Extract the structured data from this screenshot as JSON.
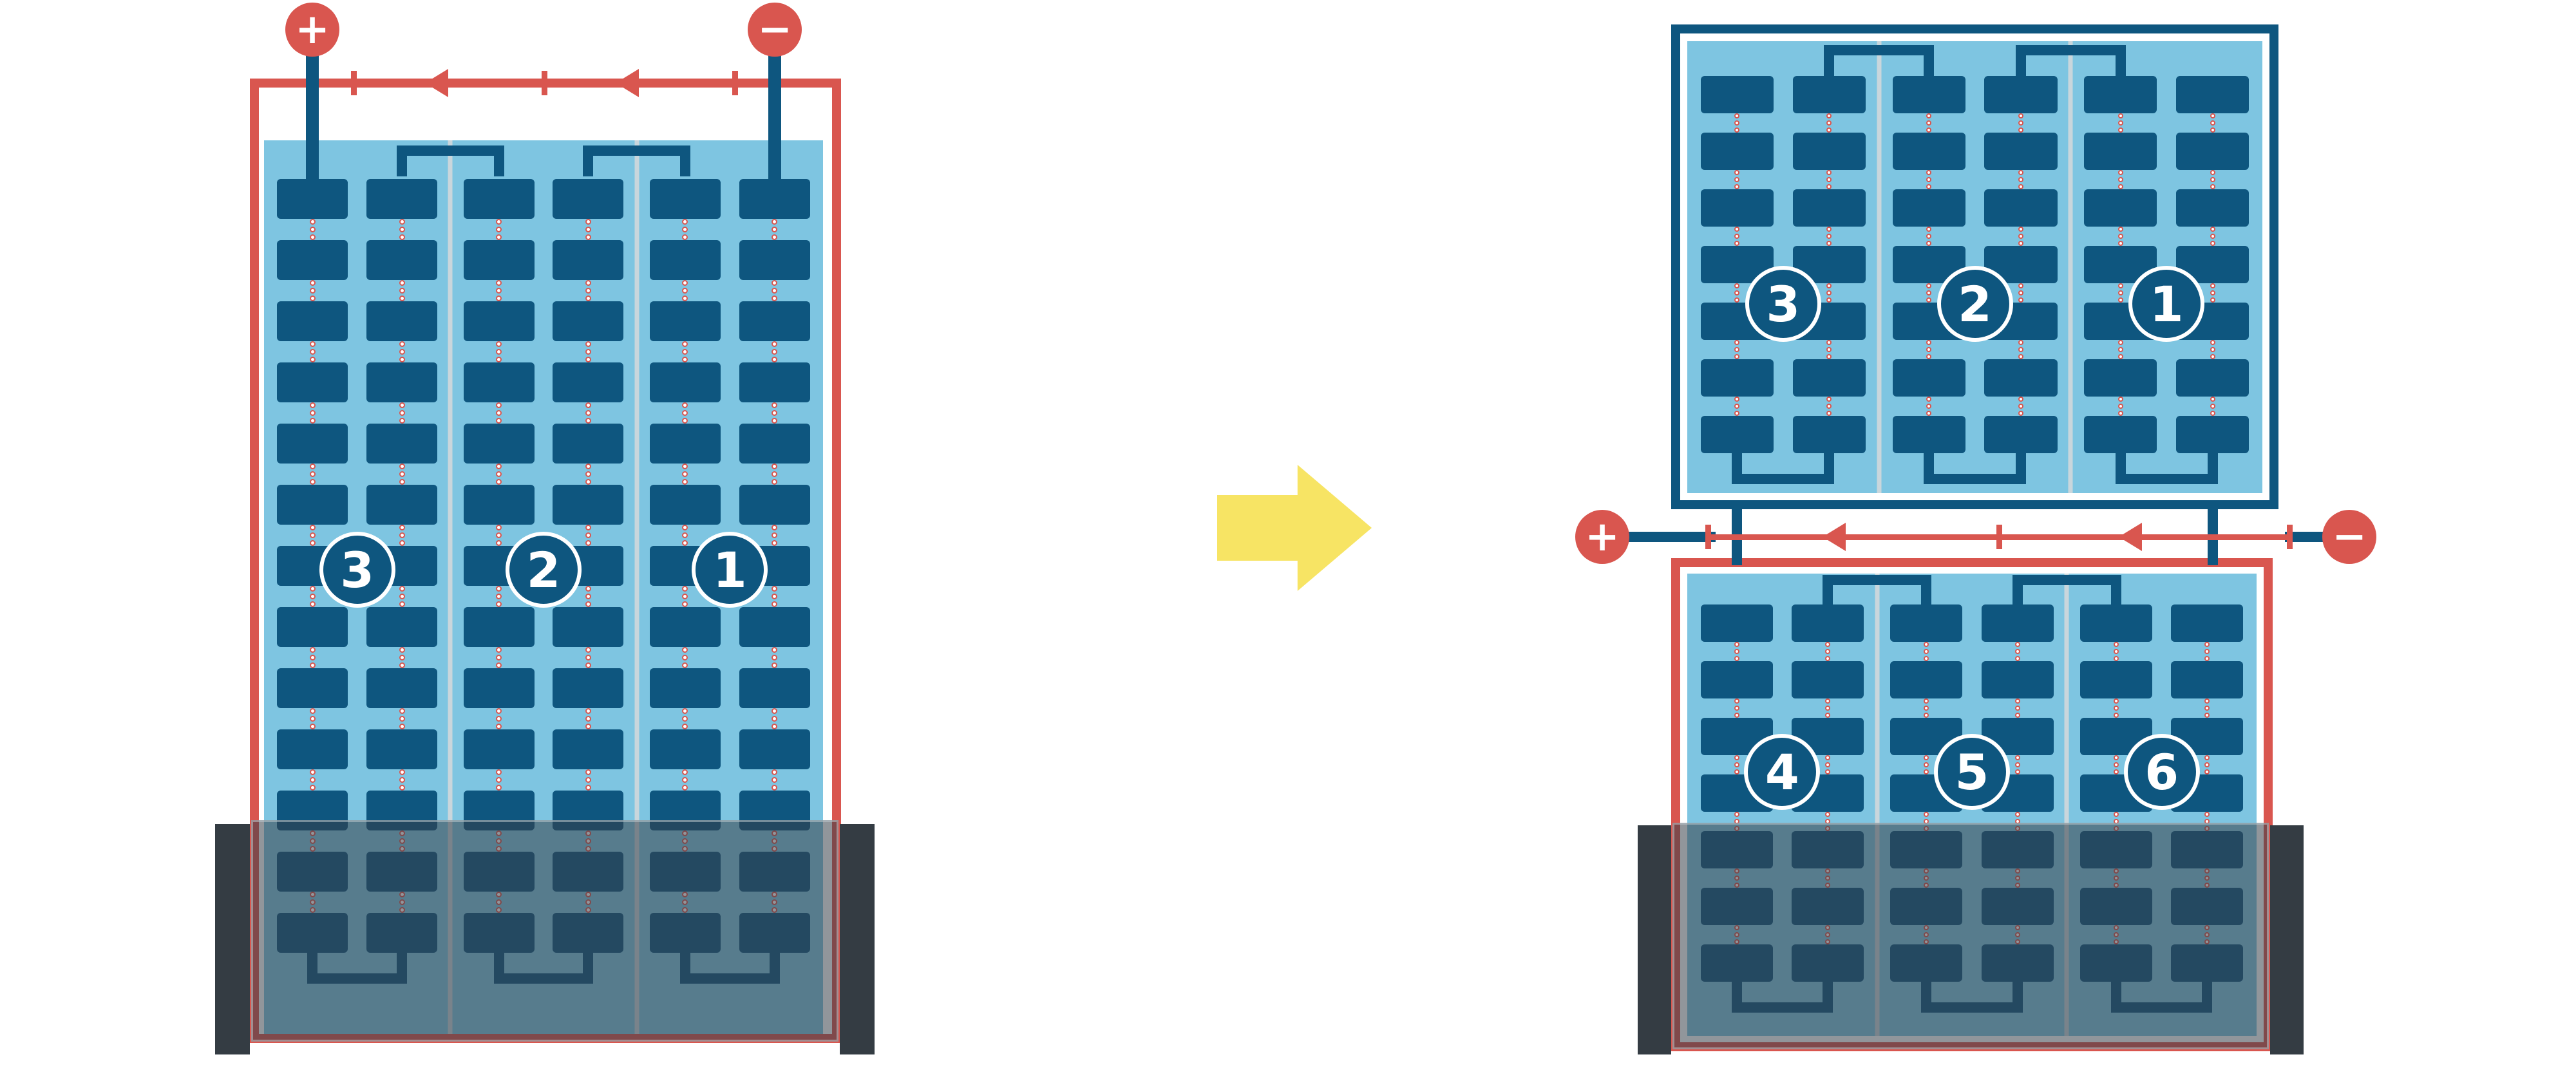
{
  "figure": {
    "type": "diagram",
    "subject": "Solar module cell stringing: standard full module vs half-cut module split into upper and lower string groups with bottom-edge shading",
    "colors": {
      "red": "#D9564F",
      "navy": "#0E567F",
      "panel_blue": "#7EC5E1",
      "divider": "#C9D6DC",
      "yellow": "#F7E464",
      "shade_overlay": "rgba(54,64,73,0.55)",
      "shade_bar": "#343C43",
      "white": "#FFFFFF"
    },
    "left_module": {
      "frame_color": "red",
      "terminals": {
        "positive": "+",
        "negative": "−"
      },
      "strings": [
        {
          "label": "3"
        },
        {
          "label": "2"
        },
        {
          "label": "1"
        }
      ],
      "rows": 13,
      "shaded_bottom": true
    },
    "transform_arrow": {
      "direction": "right",
      "color": "yellow"
    },
    "right_junction": {
      "positive": "+",
      "negative": "−"
    },
    "right_top_module": {
      "frame_color": "navy",
      "strings": [
        {
          "label": "3"
        },
        {
          "label": "2"
        },
        {
          "label": "1"
        }
      ],
      "rows": 7,
      "shaded_bottom": false
    },
    "right_bottom_module": {
      "frame_color": "red",
      "strings": [
        {
          "label": "4"
        },
        {
          "label": "5"
        },
        {
          "label": "6"
        }
      ],
      "rows": 7,
      "shaded_bottom": true
    }
  }
}
